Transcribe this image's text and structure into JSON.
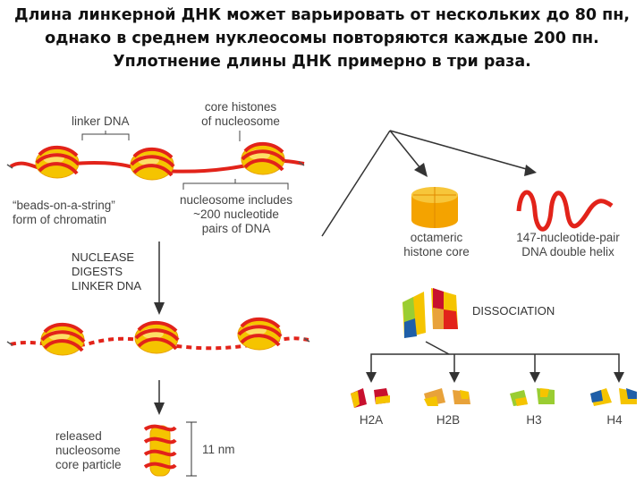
{
  "title": {
    "line1": "Длина линкерной ДНК может варьировать от нескольких до 80 пн,",
    "line2": "однако в среднем нуклеосомы повторяются каждые 200 пн.",
    "line3": "Уплотнение длины ДНК примерно в три раза."
  },
  "labels": {
    "linker_dna": "linker DNA",
    "core_histones": "core histones\nof nucleosome",
    "beads_on_string": "“beads-on-a-string”\nform of chromatin",
    "nucleosome_includes": "nucleosome includes\n~200 nucleotide\npairs of DNA",
    "nuclease_step": "NUCLEASE\nDIGESTS\nLINKER DNA",
    "released_particle": "released\nnucleosome\ncore particle",
    "size_11nm": "11 nm",
    "octameric_core": "octameric\nhistone core",
    "dna_helix": "147-nucleotide-pair\nDNA double helix",
    "dissociation": "DISSOCIATION",
    "histones": [
      "H2A",
      "H2B",
      "H3",
      "H4"
    ]
  },
  "colors": {
    "dna_red": "#e2231a",
    "histone_yellow": "#f5c400",
    "histone_orange": "#f4a300",
    "h2a_red": "#c8102e",
    "h2b_orange": "#e8a23a",
    "h3_green": "#9acd32",
    "h4_blue": "#1f5fa8",
    "line_gray": "#333333"
  }
}
